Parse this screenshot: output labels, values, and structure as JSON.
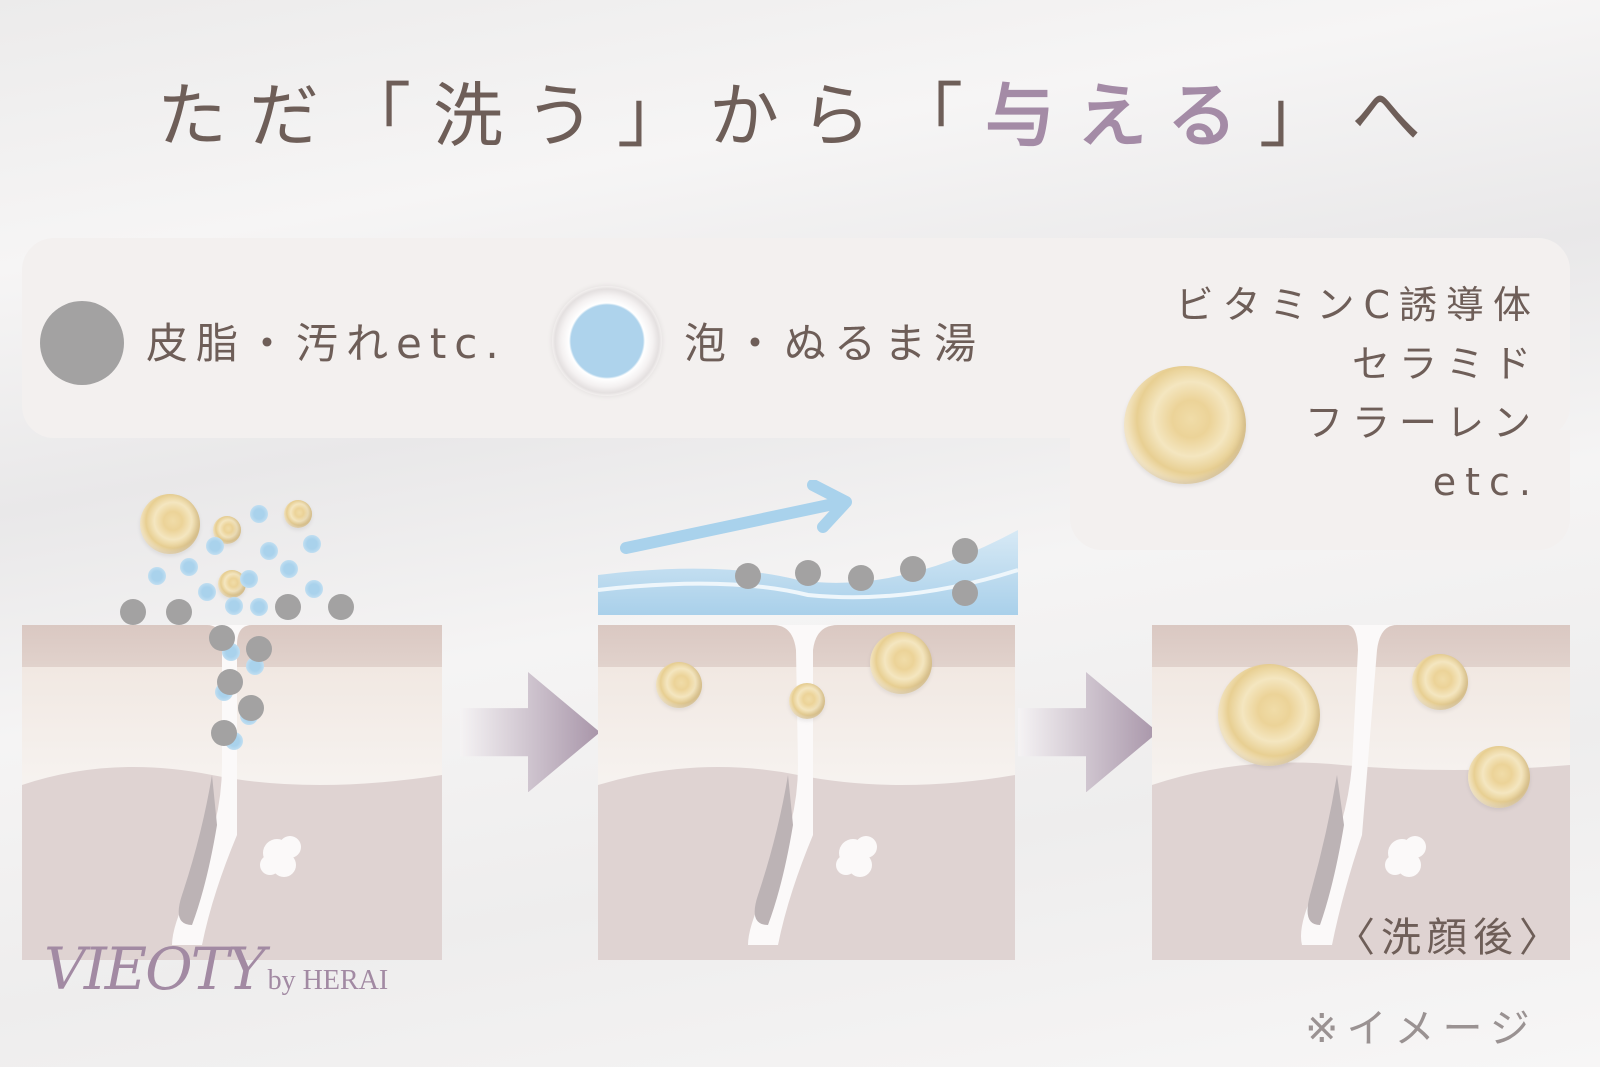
{
  "title": {
    "prefix": "ただ「洗う」から「",
    "accent": "与える",
    "suffix": "」へ",
    "text_color": "#6e5e58",
    "accent_color": "#a48ba6"
  },
  "legend": {
    "items": [
      {
        "icon": "grey-dirt-dot-icon",
        "label": "皮脂・汚れetc.",
        "color": "#a3a2a2"
      },
      {
        "icon": "foam-bubble-icon",
        "label": "泡・ぬるま湯",
        "color": "#aed3ec"
      }
    ],
    "actives": {
      "icon": "active-capsule-icon",
      "lines": [
        "ビタミンC誘導体",
        "セラミド",
        "フラーレン",
        "etc."
      ]
    }
  },
  "stages": [
    {
      "name": "wash-stage",
      "description": "foam lifting sebum and dirt out of pore"
    },
    {
      "name": "rinse-stage",
      "description": "water flow carrying dirt away, actives remain in skin"
    },
    {
      "name": "after-wash-stage",
      "label": "〈洗顔後〉"
    }
  ],
  "brand": {
    "name": "VIEOTY",
    "suffix": "by HERAI",
    "color": "#a28aa3"
  },
  "note": "※イメージ"
}
